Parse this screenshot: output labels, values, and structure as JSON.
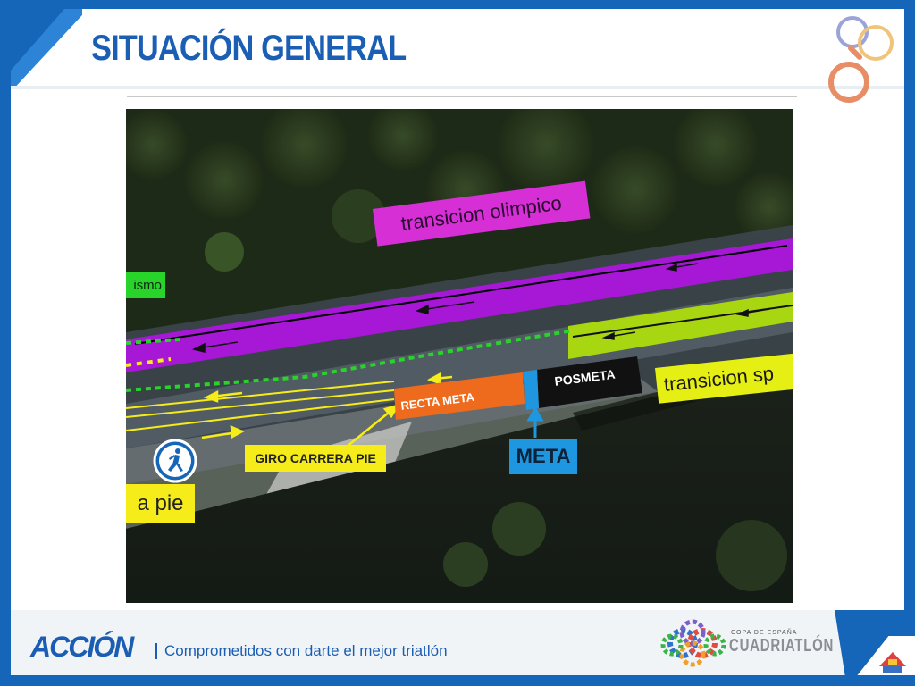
{
  "slide": {
    "title": "SITUACIÓN GENERAL"
  },
  "map": {
    "labels": {
      "transicion_olimpico": "transicion olimpico",
      "ismo": "ismo",
      "transicion_sp": "transicion sp",
      "posmeta": "POSMETA",
      "recta_meta": "RECTA META",
      "meta": "META",
      "giro_carrera_pie": "GIRO CARRERA PIE",
      "a_pie": "a pie"
    },
    "icons": [
      "runner-icon",
      "arrow-left-icon",
      "arrow-up-icon"
    ]
  },
  "footer": {
    "brand": "ACCIÓN",
    "tagline": "Comprometidos con darte el mejor triatlón",
    "copa_small": "COPA DE ESPAÑA",
    "copa_big": "CUADRIATLÓN"
  },
  "colors": {
    "frame_blue": "#1565b8",
    "title_blue": "#1b5fb5",
    "olimpico_purple": "#a617d6",
    "olimpico_label": "#d62fd6",
    "lime": "#a8d610",
    "yellow": "#f5ec1a",
    "orange": "#ee6a1d",
    "meta_blue": "#1f96e0",
    "green": "#28d42a"
  }
}
